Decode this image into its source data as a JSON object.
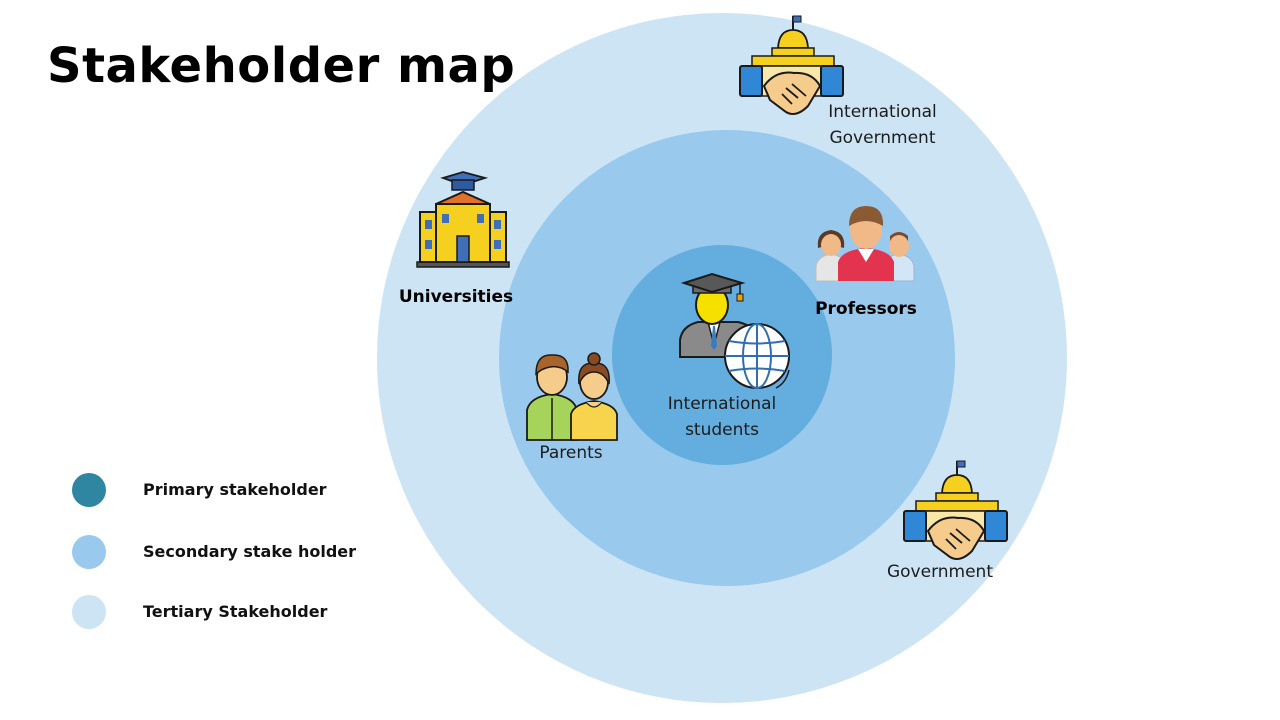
{
  "title": "Stakeholder map",
  "nodes": {
    "intl_students": {
      "label": "International\nstudents",
      "icon": "graduate-globe-icon"
    },
    "professors": {
      "label": "Professors",
      "icon": "group-of-people-icon"
    },
    "parents": {
      "label": "Parents",
      "icon": "parents-couple-icon"
    },
    "universities": {
      "label": "Universities",
      "icon": "university-building-icon"
    },
    "intl_government": {
      "label": "International\nGovernment",
      "icon": "government-handshake-icon"
    },
    "government": {
      "label": "Government",
      "icon": "government-handshake-icon"
    }
  },
  "legend": [
    {
      "label": "Primary stakeholder",
      "color": "#2e86a0"
    },
    {
      "label": "Secondary stake holder",
      "color": "#99c9ec"
    },
    {
      "label": "Tertiary Stakeholder",
      "color": "#cde4f5"
    }
  ],
  "rings": {
    "outer": "#cde4f5",
    "middle": "#99c9ec",
    "inner": "#64addf"
  }
}
